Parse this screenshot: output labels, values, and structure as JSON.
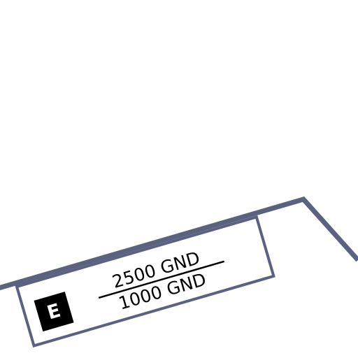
{
  "airspace": {
    "class_label": "E",
    "ceiling": "2500 GND",
    "floor": "1000 GND",
    "boundary_color": "#5a6280",
    "class_badge_color": "#000000",
    "class_text_color": "#ffffff"
  }
}
